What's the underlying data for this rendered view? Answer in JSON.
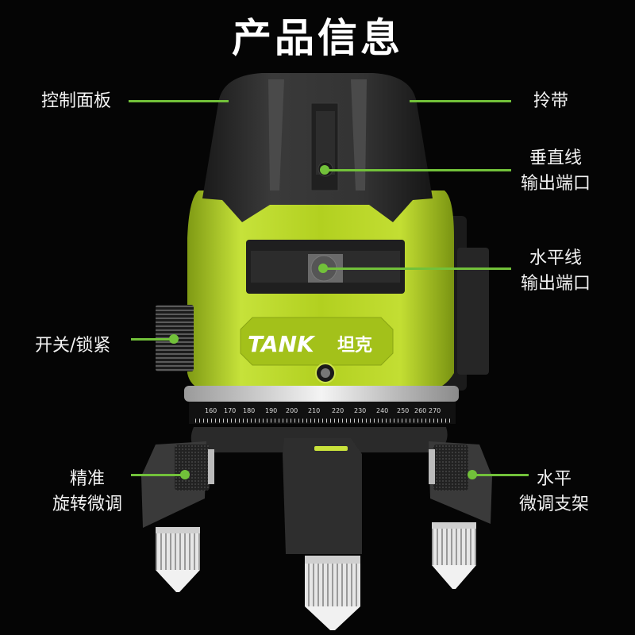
{
  "title": "产品信息",
  "brand": {
    "logo_text": "TANK",
    "logo_cn": "坦克"
  },
  "colors": {
    "background": "#050505",
    "accent_green": "#72c13a",
    "body_green": "#b5d624",
    "housing_dark": "#2a2a2a"
  },
  "callouts": {
    "control_panel": "控制面板",
    "strap": "拎带",
    "vertical_line_port": [
      "垂直线",
      "输出端口"
    ],
    "horizontal_line_port": [
      "水平线",
      "输出端口"
    ],
    "switch_lock": "开关/锁紧",
    "precise_rotation": [
      "精准",
      "旋转微调"
    ],
    "leveling_bracket": [
      "水平",
      "微调支架"
    ]
  },
  "dial": {
    "ticks": [
      "160",
      "170",
      "180",
      "190",
      "200",
      "210",
      "220",
      "230",
      "240",
      "250",
      "260",
      "270"
    ]
  }
}
